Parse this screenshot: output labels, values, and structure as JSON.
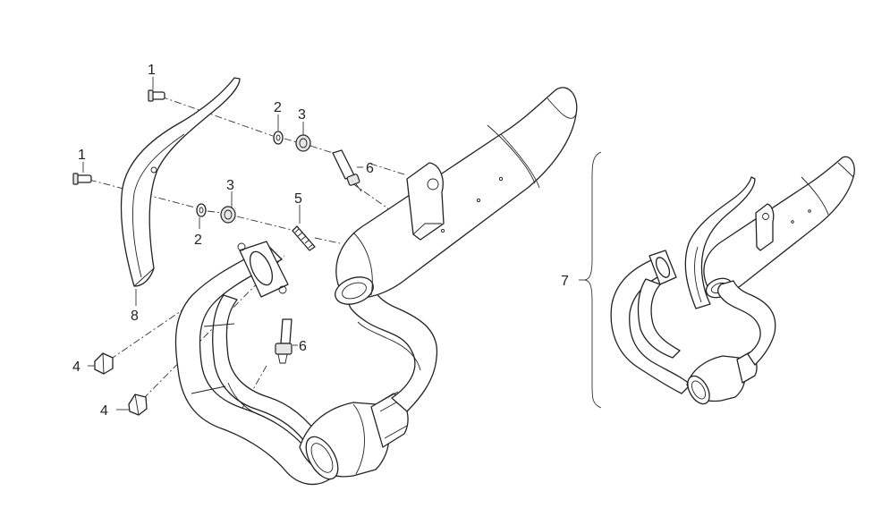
{
  "callouts": {
    "bolt_upper": "1",
    "bolt_lower": "1",
    "washer_upper": "2",
    "washer_lower": "2",
    "grommet_upper": "3",
    "grommet_lower": "3",
    "nut_upper": "4",
    "nut_lower": "4",
    "spring": "5",
    "sensor_upper": "6",
    "sensor_lower": "6",
    "exhaust_assembly": "7",
    "heat_shield": "8"
  }
}
